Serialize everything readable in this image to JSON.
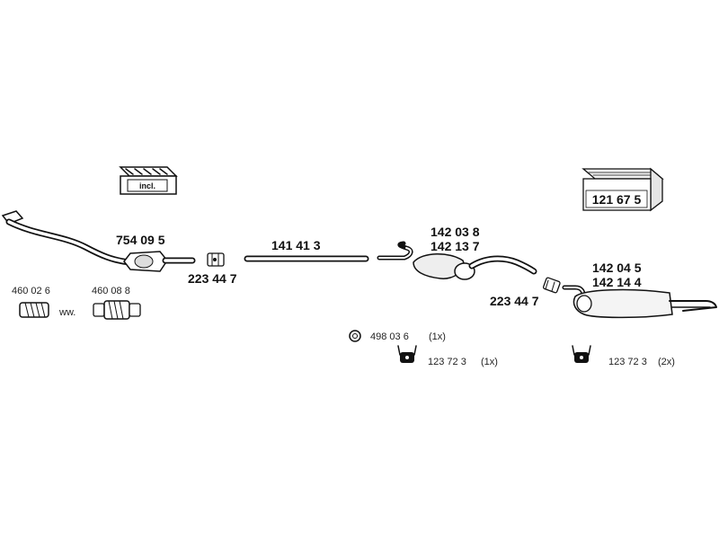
{
  "kit_box_left": {
    "label": "incl."
  },
  "kit_box_right": {
    "label": "121 67 5"
  },
  "parts": {
    "front_pipe": "754 09 5",
    "clamp_1": "223 44 7",
    "middle_pipe": "141 41 3",
    "center_silencer_a": "142 03 8",
    "center_silencer_b": "142 13 7",
    "clamp_2": "223 44 7",
    "rear_silencer_a": "142 04 5",
    "rear_silencer_b": "142 14 4",
    "flex_pipe_1": "460 02 6",
    "flex_pipe_2": "460 08 8",
    "ww_note": "ww."
  },
  "mounts": {
    "ring": {
      "number": "498 03 6",
      "qty": "(1x)"
    },
    "hanger_1": {
      "number": "123 72 3",
      "qty": "(1x)"
    },
    "hanger_2": {
      "number": "123 72 3",
      "qty": "(2x)"
    }
  }
}
